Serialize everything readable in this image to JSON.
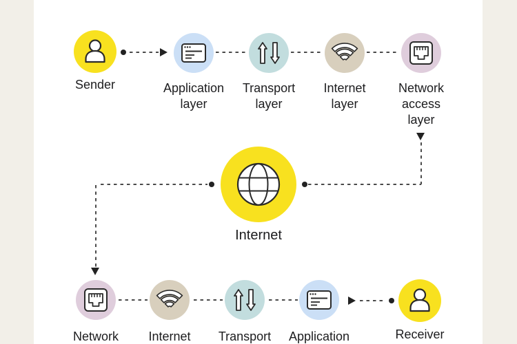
{
  "colors": {
    "canvas_bg": "#FFFFFF",
    "frame_bg": "#F2EFE8",
    "accent_yellow": "#F8E11F",
    "application_blue": "#CBDFF6",
    "transport_teal": "#C2DDDE",
    "internet_tan": "#D8CFBD",
    "network_mauve": "#DFCDDC",
    "line_dark": "#4A4A4A",
    "text_dark": "#1C1C1E"
  },
  "top_row": [
    {
      "label": "Sender",
      "icon": "person-icon",
      "color": "#F8E11F"
    },
    {
      "label": "Application layer",
      "icon": "browser-window-icon",
      "color": "#CBDFF6"
    },
    {
      "label": "Transport layer",
      "icon": "up-down-arrows-icon",
      "color": "#C2DDDE"
    },
    {
      "label": "Internet layer",
      "icon": "wifi-icon",
      "color": "#D8CFBD"
    },
    {
      "label": "Network access layer",
      "icon": "ethernet-port-icon",
      "color": "#DFCDDC"
    }
  ],
  "center": {
    "label": "Internet",
    "icon": "globe-icon",
    "color": "#F8E11F"
  },
  "bottom_row": [
    {
      "label": "Network",
      "icon": "ethernet-port-icon",
      "color": "#DFCDDC"
    },
    {
      "label": "Internet",
      "icon": "wifi-icon",
      "color": "#D8CFBD"
    },
    {
      "label": "Transport",
      "icon": "up-down-arrows-icon",
      "color": "#C2DDDE"
    },
    {
      "label": "Application",
      "icon": "browser-window-icon",
      "color": "#CBDFF6"
    },
    {
      "label": "Receiver",
      "icon": "person-icon",
      "color": "#F8E11F"
    }
  ]
}
